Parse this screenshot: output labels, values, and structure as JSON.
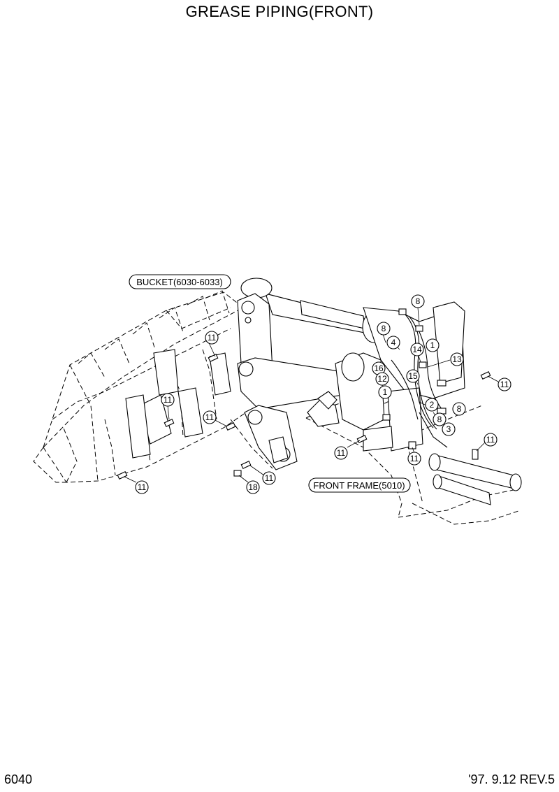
{
  "title": "GREASE PIPING(FRONT)",
  "footer": {
    "page_number": "6040",
    "revision": "'97. 9.12  REV.5"
  },
  "assembly_labels": {
    "bucket": "BUCKET(6030-6033)",
    "front_frame": "FRONT FRAME(5010)"
  },
  "part_callouts": [
    "11",
    "11",
    "11",
    "11",
    "11",
    "11",
    "11",
    "11",
    "11",
    "11",
    "18",
    "8",
    "8",
    "8",
    "8",
    "14",
    "1",
    "1",
    "4",
    "16",
    "12",
    "15",
    "13",
    "2",
    "3"
  ]
}
